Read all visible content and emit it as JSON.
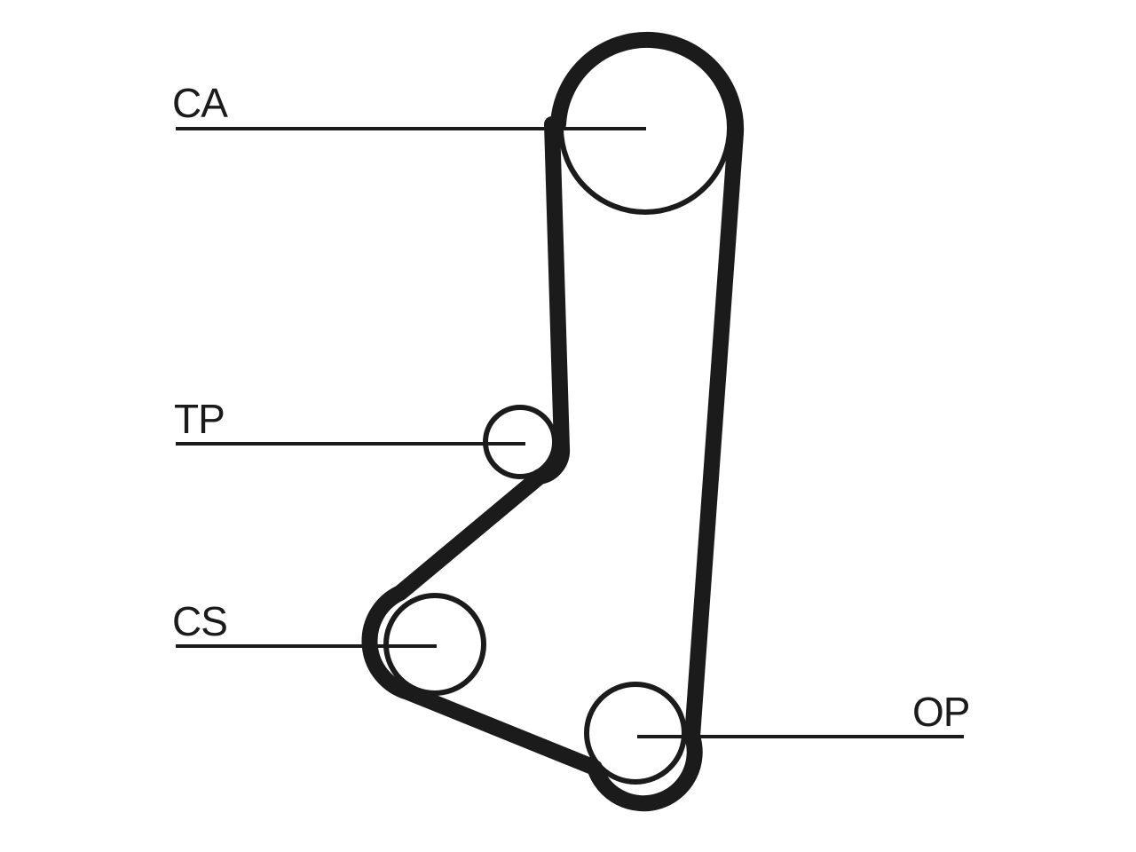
{
  "labels": {
    "camshaft": "CA",
    "tensioner": "TP",
    "crankshaft": "CS",
    "oil_pump": "OP"
  },
  "colors": {
    "stroke": "#1b1b1b",
    "background": "#ffffff"
  }
}
